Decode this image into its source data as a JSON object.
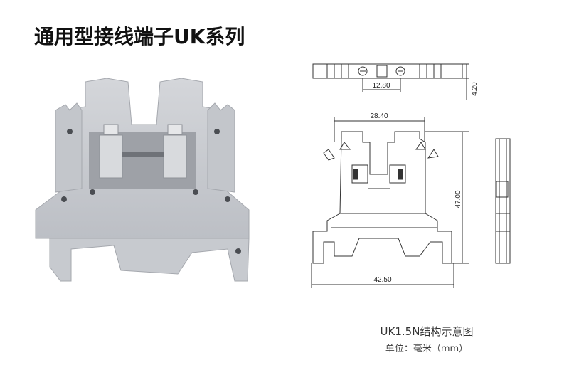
{
  "title": "通用型接线端子UK系列",
  "photo": {
    "description_icon": "terminal-block-photo"
  },
  "dimensions": {
    "top_pitch": "12.80",
    "top_height": "4.20",
    "front_top_width": "28.40",
    "front_height": "47.00",
    "front_bottom_width": "42.50"
  },
  "caption": {
    "title": "UK1.5N结构示意图",
    "unit": "单位：毫米（mm）"
  },
  "colors": {
    "body": "#c9ccd1",
    "body_shadow": "#a9acb2",
    "line": "#333333"
  }
}
